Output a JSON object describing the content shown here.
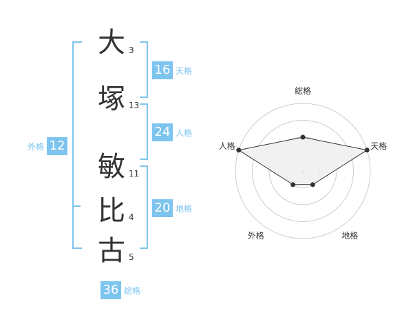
{
  "name": {
    "characters": [
      {
        "char": "大",
        "strokes": "3"
      },
      {
        "char": "塚",
        "strokes": "13"
      },
      {
        "char": "敏",
        "strokes": "11"
      },
      {
        "char": "比",
        "strokes": "4"
      },
      {
        "char": "古",
        "strokes": "5"
      }
    ]
  },
  "fortune": {
    "tenkaku": {
      "value": "16",
      "label": "天格"
    },
    "jinkaku": {
      "value": "24",
      "label": "人格"
    },
    "chikaku": {
      "value": "20",
      "label": "地格"
    },
    "gaikaku": {
      "value": "12",
      "label": "外格"
    },
    "soukaku": {
      "value": "36",
      "label": "総格"
    }
  },
  "chart_data": {
    "type": "radar",
    "axes": [
      "総格",
      "天格",
      "地格",
      "外格",
      "人格"
    ],
    "values": [
      2,
      4,
      1,
      1,
      4
    ],
    "max": 4,
    "rings": 4,
    "fill_color": "#efefef",
    "line_color": "#333333",
    "grid_color": "#cccccc"
  },
  "colors": {
    "accent": "#7dc4ee",
    "text": "#333333"
  }
}
